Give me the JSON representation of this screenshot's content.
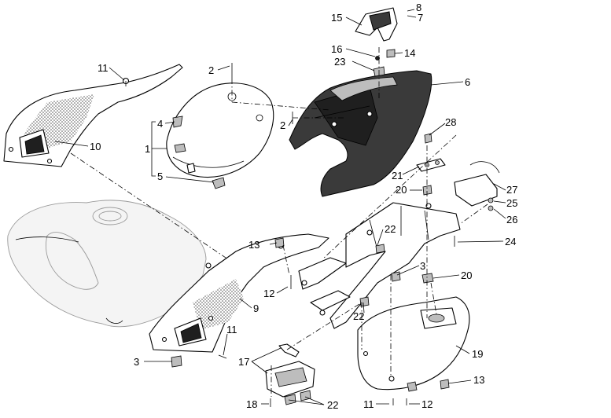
{
  "callouts": {
    "c1": "1",
    "c2a": "2",
    "c2b": "2",
    "c3a": "3",
    "c3b": "3",
    "c4": "4",
    "c5": "5",
    "c6": "6",
    "c7": "7",
    "c8": "8",
    "c9": "9",
    "c10": "10",
    "c11a": "11",
    "c11b": "11",
    "c11c": "11",
    "c12a": "12",
    "c12b": "12",
    "c13a": "13",
    "c13b": "13",
    "c14": "14",
    "c15": "15",
    "c16": "16",
    "c17": "17",
    "c18": "18",
    "c19": "19",
    "c20a": "20",
    "c20b": "20",
    "c21": "21",
    "c22a": "22",
    "c22b": "22",
    "c22c": "22",
    "c23": "23",
    "c24": "24",
    "c25": "25",
    "c26": "26",
    "c27": "27",
    "c28": "28"
  }
}
